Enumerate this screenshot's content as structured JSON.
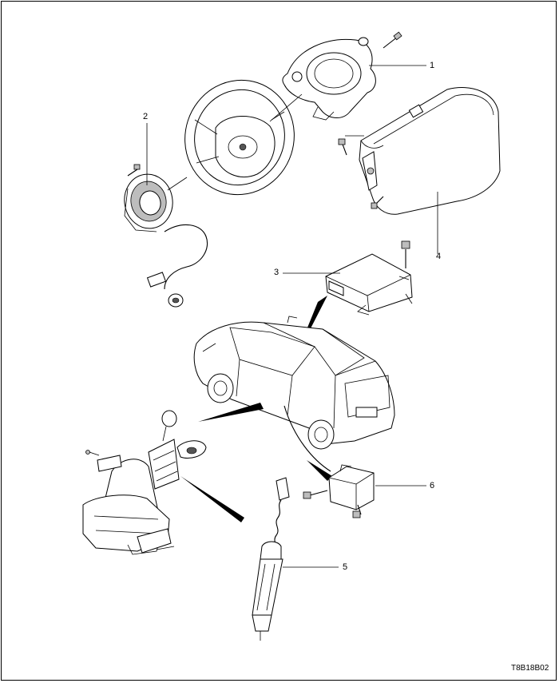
{
  "callouts": {
    "c1": "1",
    "c2": "2",
    "c3": "3",
    "c4": "4",
    "c5": "5",
    "c6": "6"
  },
  "reference_code": "T8B18B02",
  "colors": {
    "line": "#000000",
    "shade": "#bdbdbd",
    "background": "#ffffff"
  }
}
